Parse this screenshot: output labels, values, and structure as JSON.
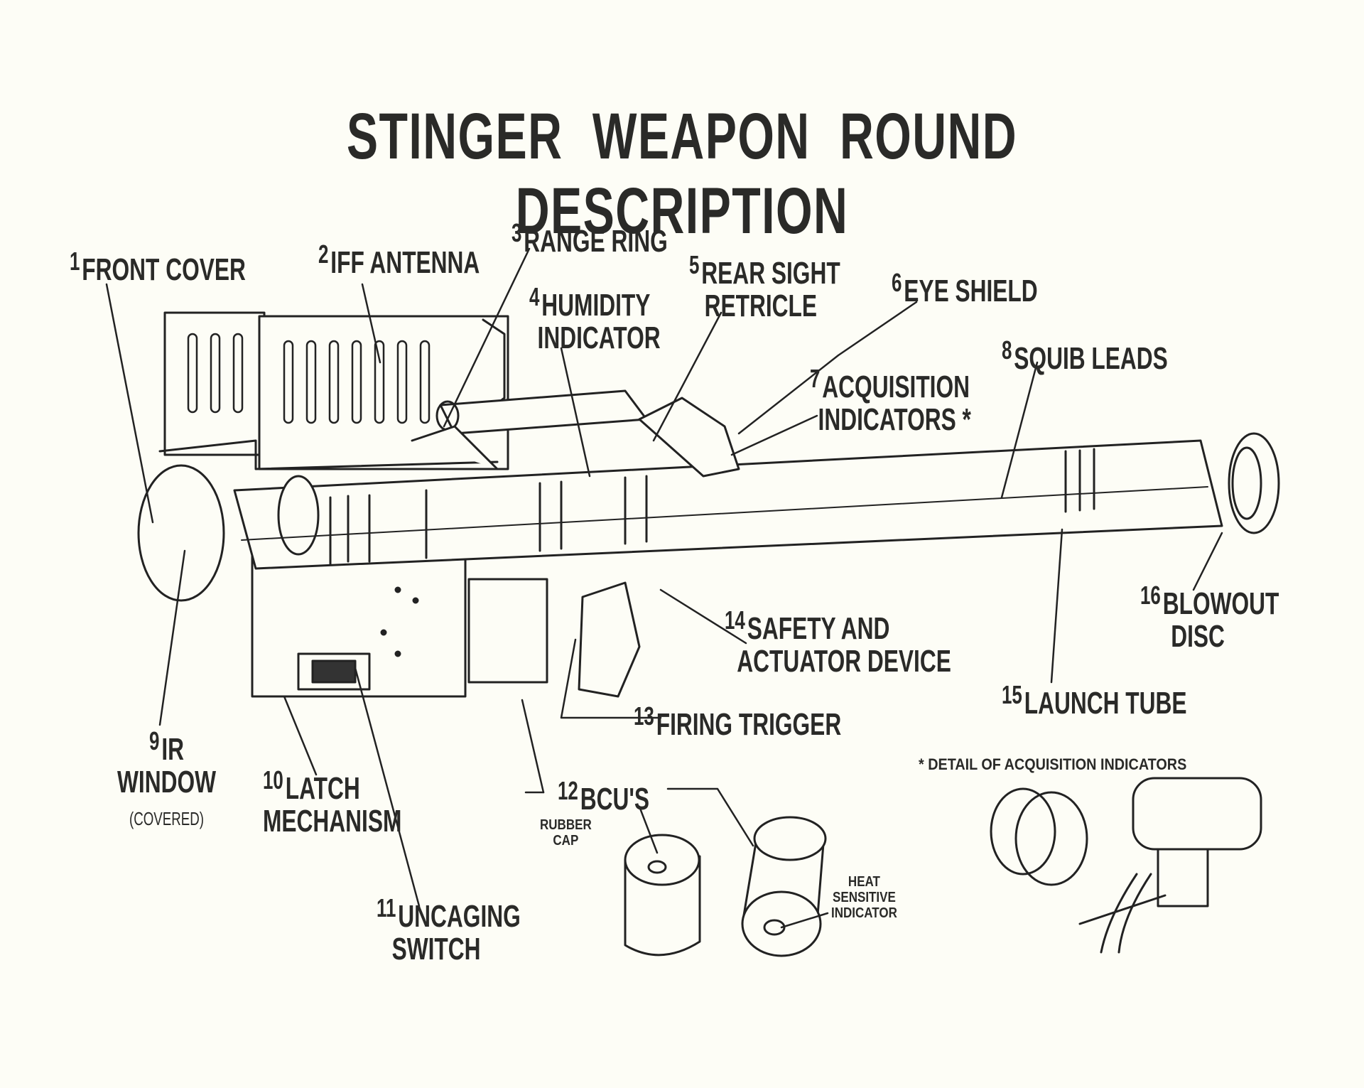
{
  "title": "STINGER WEAPON ROUND DESCRIPTION",
  "callouts": [
    {
      "number": "1",
      "lines": [
        "FRONT COVER"
      ]
    },
    {
      "number": "2",
      "lines": [
        "IFF ANTENNA"
      ]
    },
    {
      "number": "3",
      "lines": [
        "RANGE RING"
      ]
    },
    {
      "number": "4",
      "lines": [
        "HUMIDITY",
        "INDICATOR"
      ]
    },
    {
      "number": "5",
      "lines": [
        "REAR SIGHT",
        "RETRICLE"
      ]
    },
    {
      "number": "6",
      "lines": [
        "EYE SHIELD"
      ]
    },
    {
      "number": "7",
      "lines": [
        "ACQUISITION",
        "INDICATORS *"
      ]
    },
    {
      "number": "8",
      "lines": [
        "SQUIB LEADS"
      ]
    },
    {
      "number": "9",
      "lines": [
        "IR",
        "WINDOW",
        "(COVERED)"
      ]
    },
    {
      "number": "10",
      "lines": [
        "LATCH",
        "MECHANISM"
      ]
    },
    {
      "number": "11",
      "lines": [
        "UNCAGING",
        "SWITCH"
      ]
    },
    {
      "number": "12",
      "lines": [
        "BCU'S"
      ]
    },
    {
      "number": "13",
      "lines": [
        "FIRING TRIGGER"
      ]
    },
    {
      "number": "14",
      "lines": [
        "SAFETY AND",
        "ACTUATOR DEVICE"
      ]
    },
    {
      "number": "15",
      "lines": [
        "LAUNCH TUBE"
      ]
    },
    {
      "number": "16",
      "lines": [
        "BLOWOUT",
        "DISC"
      ]
    }
  ],
  "sub_labels": {
    "rubber_cap": [
      "RUBBER",
      "CAP"
    ],
    "heat_indicator": [
      "HEAT",
      "SENSITIVE",
      "INDICATOR"
    ]
  },
  "detail_caption": "* DETAIL OF ACQUISITION INDICATORS"
}
